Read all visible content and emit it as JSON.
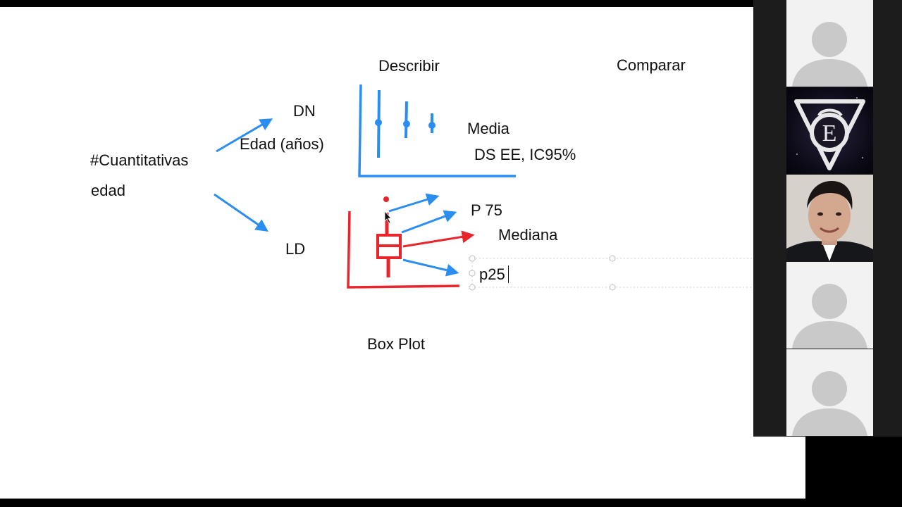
{
  "slide": {
    "headers": {
      "describe": "Describir",
      "compare": "Comparar"
    },
    "category": {
      "title": "#Cuantitativas",
      "variable": "edad"
    },
    "normal_branch": {
      "label": "DN",
      "variable": "Edad (años)",
      "measures": {
        "center": "Media",
        "dispersion": "DS EE, IC95%"
      }
    },
    "nonnormal_branch": {
      "label": "LD",
      "measures": {
        "p75": "P 75",
        "median": "Mediana",
        "p25": "p25"
      },
      "plot_name": "Box Plot"
    }
  },
  "colors": {
    "blue_ink": "#2a8df0",
    "red_ink": "#e8252a",
    "text": "#111111",
    "slide_bg": "#ffffff",
    "frame_bg": "#000000"
  },
  "participants": [
    {
      "type": "avatar-placeholder"
    },
    {
      "type": "logo",
      "logo_text": "E"
    },
    {
      "type": "camera"
    },
    {
      "type": "avatar-placeholder"
    },
    {
      "type": "avatar-placeholder"
    }
  ]
}
